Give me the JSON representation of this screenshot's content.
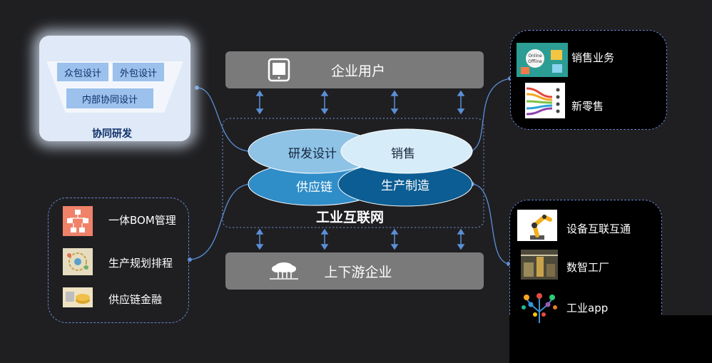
{
  "rd": {
    "outsource_crowd": "众包设计",
    "outsource_ext": "外包设计",
    "internal": "内部协同设计",
    "title": "协同研发"
  },
  "top_bar": {
    "label": "企业用户",
    "icon": "tablet-icon"
  },
  "bottom_bar": {
    "label": "上下游企业",
    "icon": "cloud-network-icon"
  },
  "core": {
    "rd": "研发设计",
    "sales": "销售",
    "supply": "供应链",
    "manufacturing": "生产制造",
    "title": "工业互联网"
  },
  "left_panel": {
    "items": [
      {
        "label": "一体BOM管理",
        "icon": "bom-structure-icon"
      },
      {
        "label": "生产规划排程",
        "icon": "planning-icon"
      },
      {
        "label": "供应链金融",
        "icon": "finance-coins-icon"
      }
    ]
  },
  "right_top_panel": {
    "items": [
      {
        "label": "销售业务",
        "icon": "online-offline-icon"
      },
      {
        "label": "新零售",
        "icon": "new-retail-icon"
      }
    ]
  },
  "right_bottom_panel": {
    "items": [
      {
        "label": "设备互联互通",
        "icon": "robot-arm-icon"
      },
      {
        "label": "数智工厂",
        "icon": "factory-icon"
      },
      {
        "label": "工业app",
        "icon": "app-tree-icon"
      }
    ]
  },
  "colors": {
    "background": "#1f1f22",
    "bar": "#7a7a7a",
    "rd_ellipse": "#8ec3e6",
    "sales_ellipse": "#d6ecf8",
    "supply_ellipse": "#2f8dc8",
    "mfg_ellipse": "#0c5d93",
    "connector": "#5b8fd6"
  }
}
